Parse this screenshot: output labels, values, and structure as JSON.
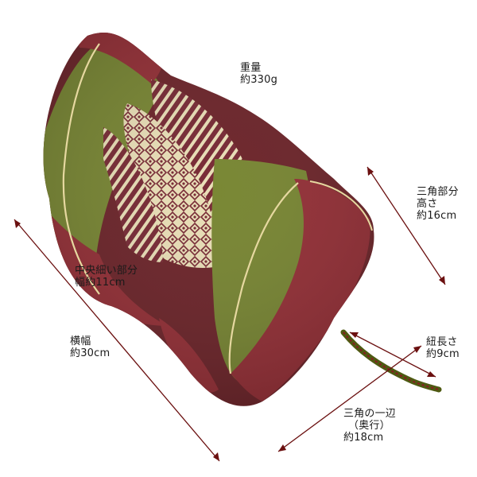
{
  "colors": {
    "background": "#ffffff",
    "fabric_green": "#6b7a1e",
    "fabric_green_dark": "#4e5a12",
    "fabric_red": "#8a1a22",
    "fabric_red_dark": "#5e0e14",
    "pattern_cream": "#e8dcb0",
    "pattern_maroon": "#6a1420",
    "piping": "#e6d8a0",
    "arrow": "#6b1010",
    "text": "#1a1a1a"
  },
  "labels": {
    "weight": {
      "line1": "重量",
      "line2": "約330g"
    },
    "triangle_height": {
      "line1": "三角部分",
      "line2": "高さ",
      "line3": "約16cm"
    },
    "center_width": {
      "line1": "中央細い部分",
      "line2": "幅約11cm"
    },
    "total_width": {
      "line1": "横幅",
      "line2": "約30cm"
    },
    "string_length": {
      "line1": "紐長さ",
      "line2": "約9cm"
    },
    "triangle_side": {
      "line1": "三角の一辺",
      "line2": "（奥行）",
      "line3": "約18cm"
    }
  }
}
